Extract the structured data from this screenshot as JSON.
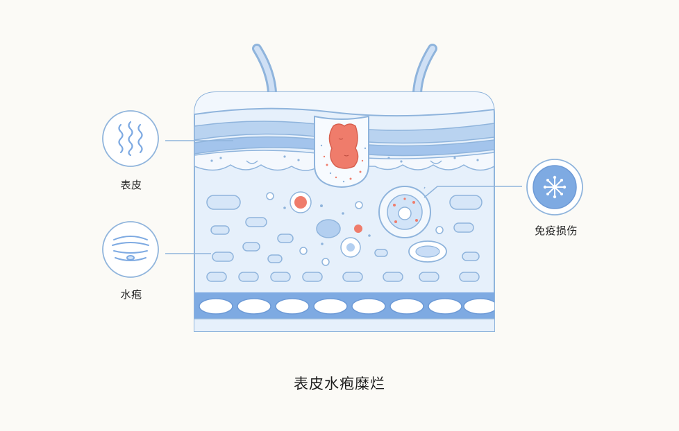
{
  "labels": {
    "epidermis": "表皮",
    "blister": "水疱",
    "immune_damage": "免疫损伤"
  },
  "caption": "表皮水疱糜烂",
  "colors": {
    "outline": "#8fb4dc",
    "fill_light": "#e4effb",
    "band_blue": "#a9c8ec",
    "dark_blue": "#7eaae2",
    "lesion": "#ef7c6b"
  },
  "icons": {
    "epidermis": "wavy-lines-icon",
    "blister": "layered-blister-icon",
    "immune_damage": "virus-cell-icon"
  }
}
